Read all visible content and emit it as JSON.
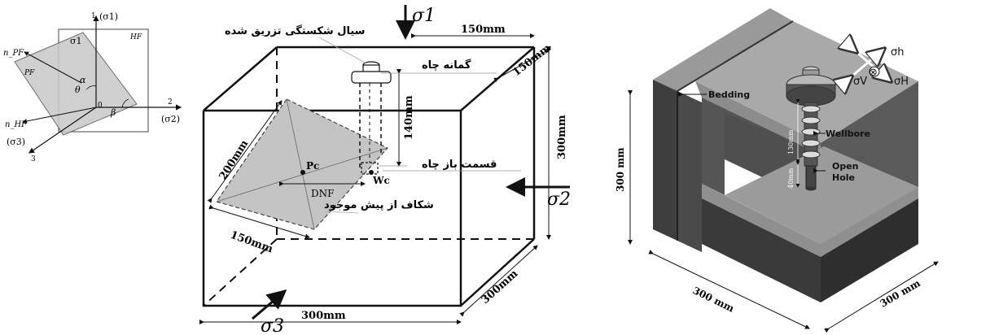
{
  "panel_a": {
    "axis1": "1",
    "axis2": "2",
    "axis3": "3",
    "sigma1_axis": "(σ1)",
    "sigma2_axis": "(σ2)",
    "sigma3_axis": "(σ3)",
    "sigma1_vec": "σ1",
    "n_pf": "n_PF",
    "n_hf": "n_HF",
    "pf": "PF",
    "hf": "HF",
    "alpha": "α",
    "theta": "θ",
    "beta": "β",
    "origin": "0"
  },
  "panel_b": {
    "sigma1": "σ1",
    "sigma2": "σ2",
    "sigma3": "σ3",
    "dim_top": "150mm",
    "dim_depth_top": "150mm",
    "dim_height": "300mm",
    "dim_140": "140mm",
    "dim_200": "200mm",
    "dim_150": "150mm",
    "dim_bottom": "300mm",
    "dim_depth_bottom": "300mm",
    "label_fluid": "سیال شکستگی تزریق شده",
    "label_casing": "گمانه چاه",
    "label_openhole": "قسمت باز چاه",
    "label_preexisting": "شکاف از پیش موجود",
    "pc": "Pc",
    "wc": "Wc",
    "dnf": "DNF"
  },
  "panel_c": {
    "bedding": "Bedding",
    "wellbore": "Wellbore",
    "open_hole_1": "Open",
    "open_hole_2": "Hole",
    "dim_130": "130mm",
    "dim_40": "40mm",
    "dim_height": "300 mm",
    "dim_left": "300 mm",
    "dim_right": "300 mm",
    "sigma_h": "σh",
    "sigma_v": "σV",
    "sigma_H": "σH",
    "otimes": "⊗"
  }
}
